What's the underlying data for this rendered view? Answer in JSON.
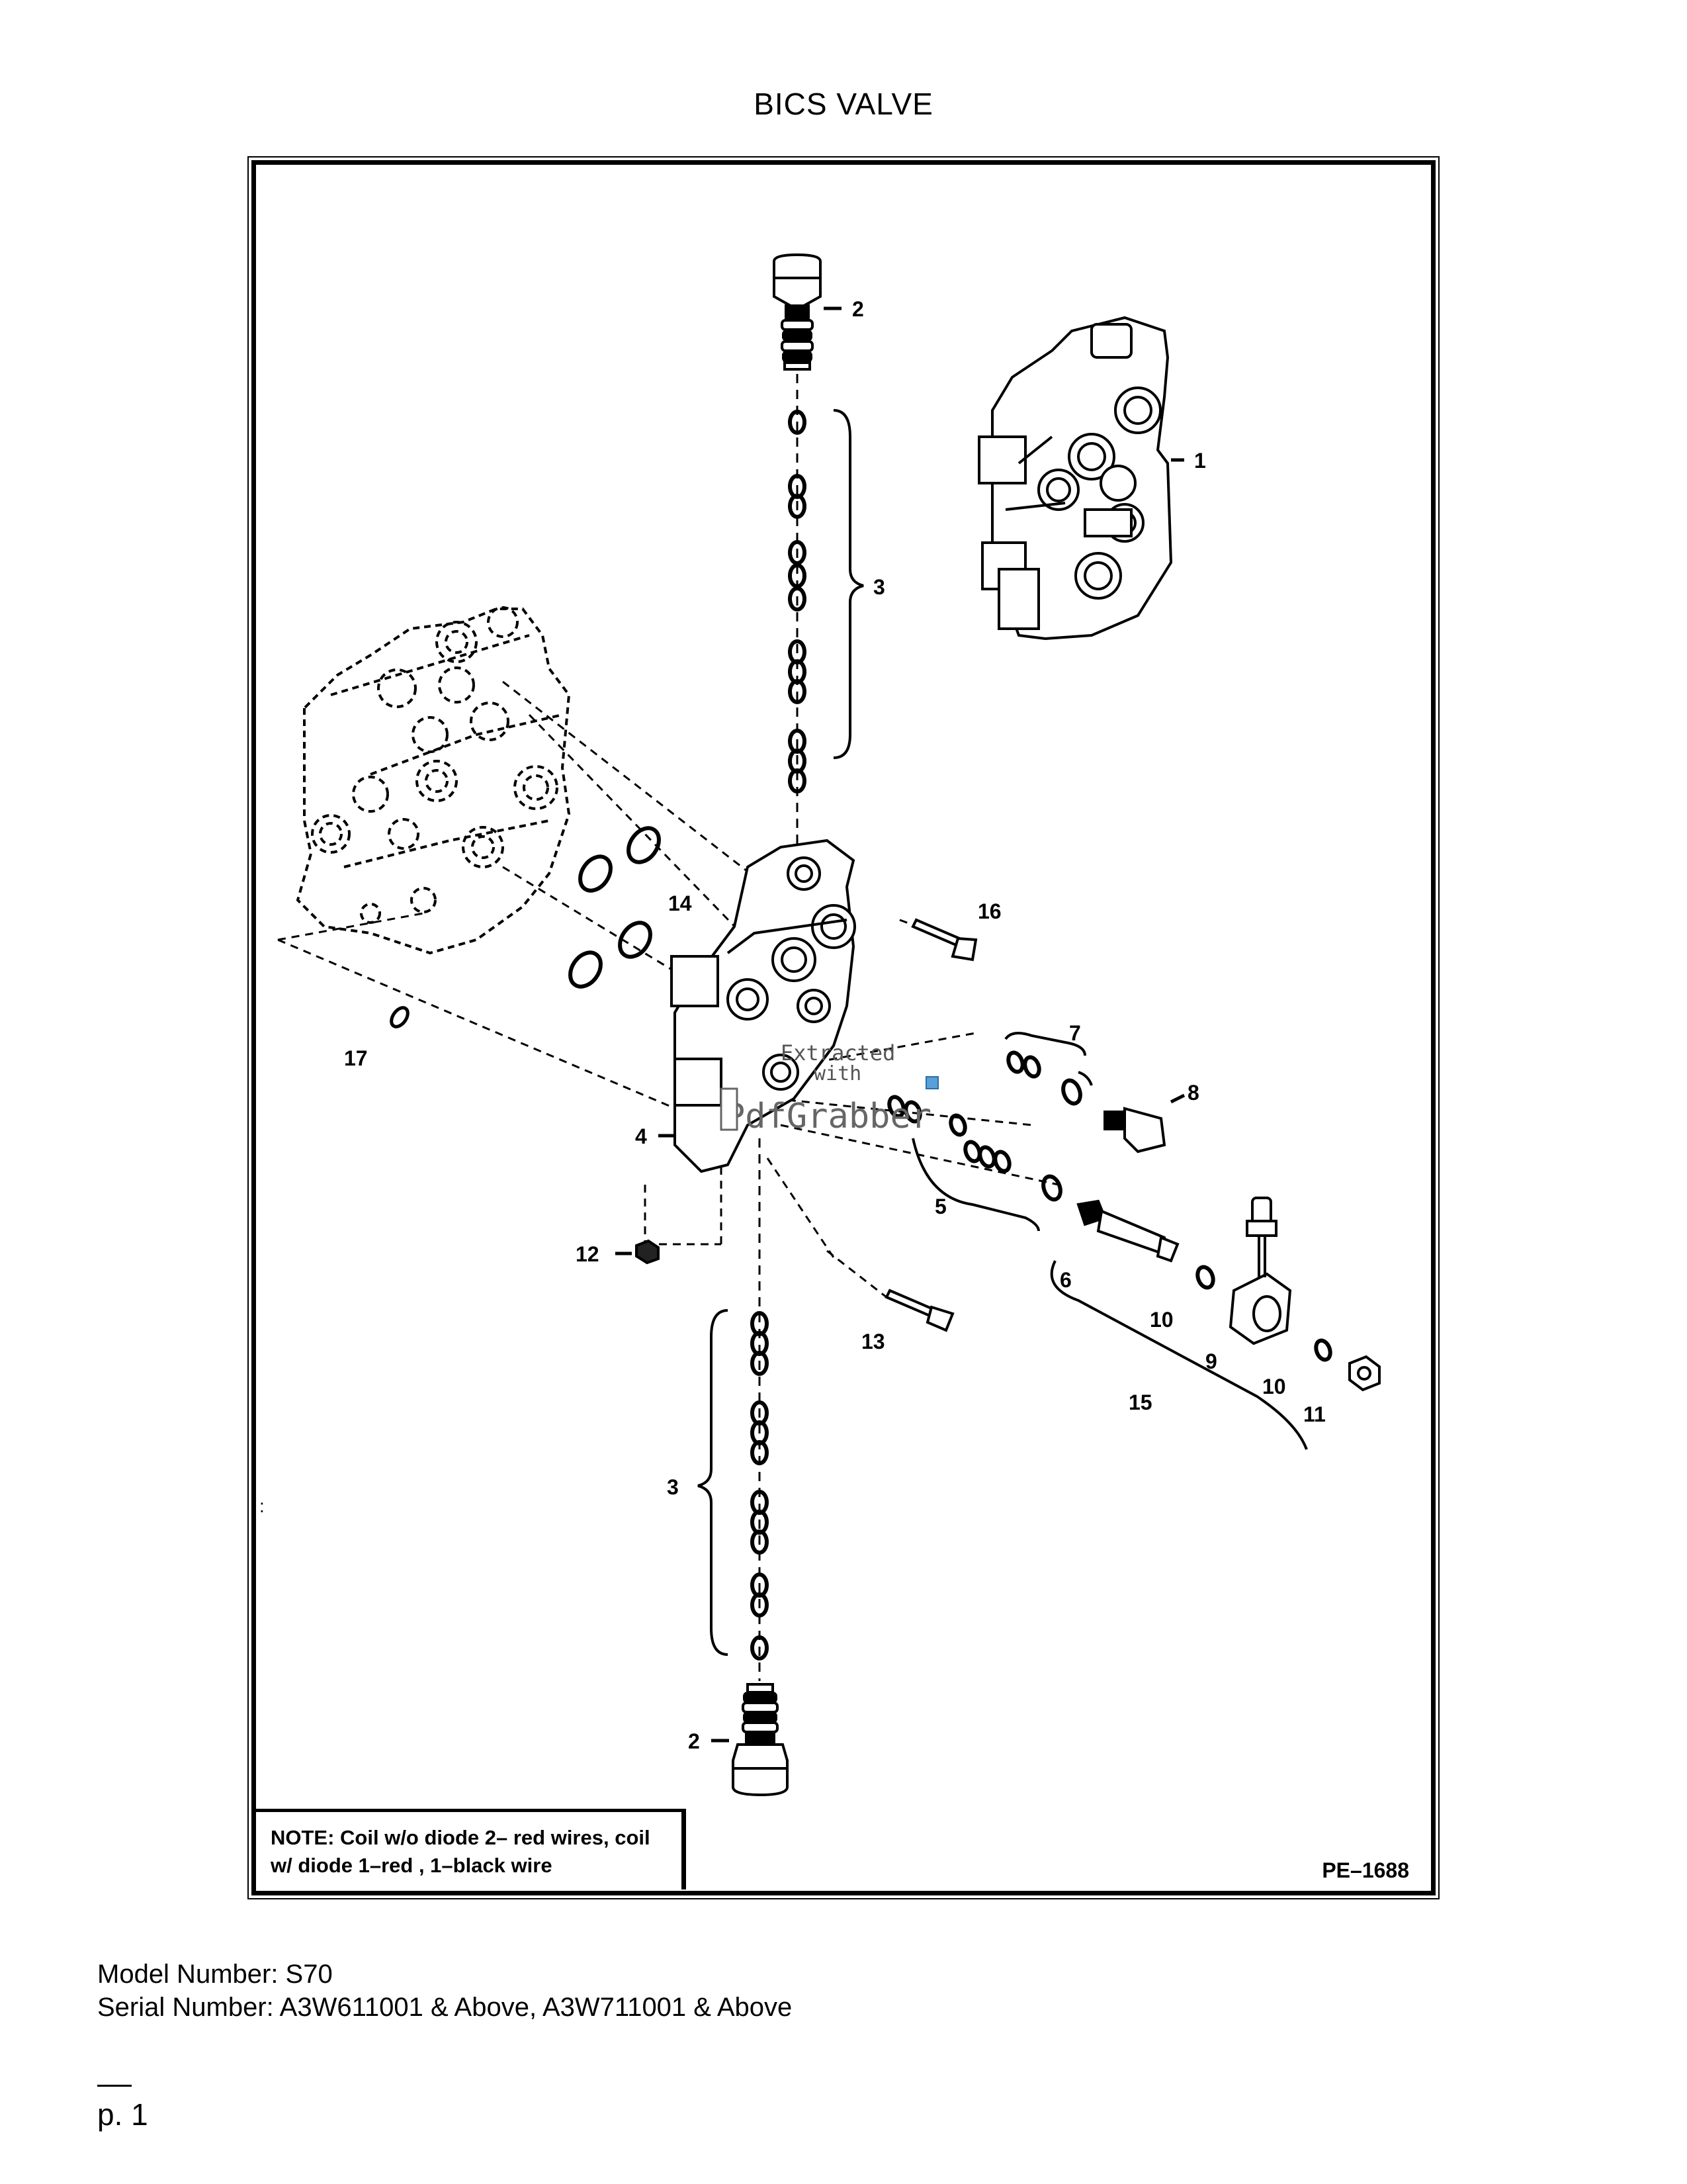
{
  "page": {
    "title": "BICS VALVE",
    "page_number": "p. 1"
  },
  "diagram": {
    "drawing_code": "PE–1688",
    "note_line1": "NOTE: Coil w/o diode 2– red wires, coil",
    "note_line2": "w/ diode 1–red , 1–black wire",
    "stray_mark": ":",
    "callouts": {
      "c1": "1",
      "c2a": "2",
      "c2b": "2",
      "c3a": "3",
      "c3b": "3",
      "c4": "4",
      "c5": "5",
      "c6": "6",
      "c7": "7",
      "c8": "8",
      "c9": "9",
      "c10a": "10",
      "c10b": "10",
      "c11": "11",
      "c12": "12",
      "c13": "13",
      "c14": "14",
      "c15": "15",
      "c16": "16",
      "c17": "17"
    },
    "watermark_line1": "Extracted",
    "watermark_line2": "with",
    "watermark_brand": "PdfGrabber"
  },
  "footer": {
    "model": "Model Number: S70",
    "serial": "Serial Number: A3W611001 & Above, A3W711001 & Above"
  }
}
